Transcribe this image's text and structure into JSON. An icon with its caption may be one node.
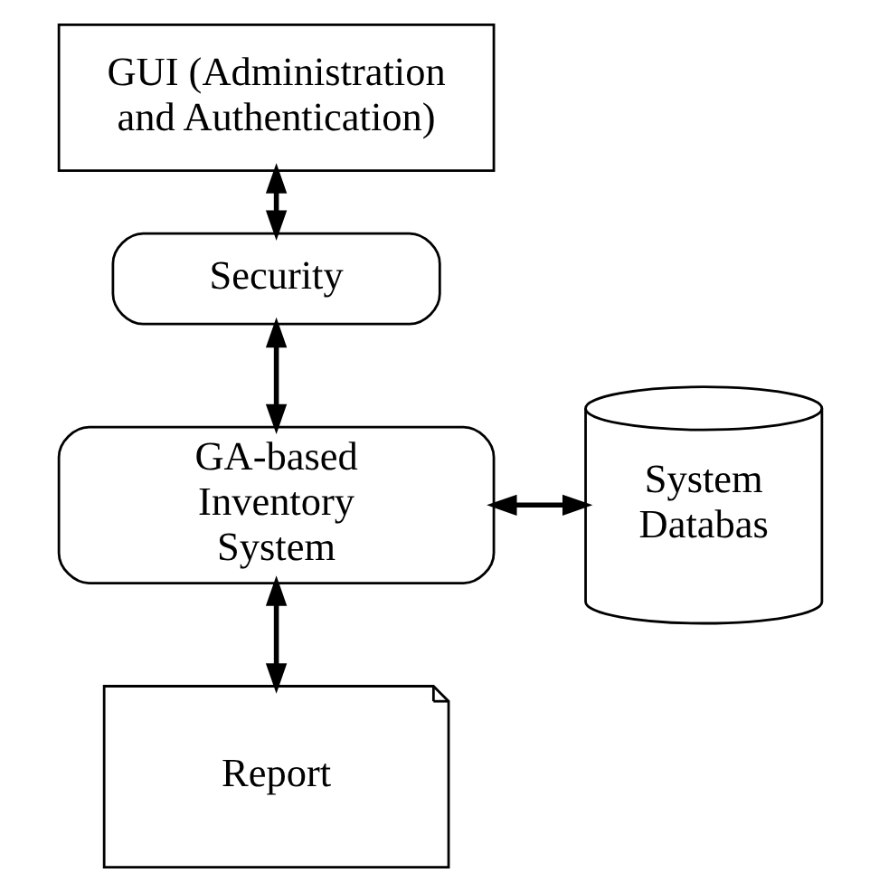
{
  "diagram": {
    "nodes": [
      {
        "text": [
          "GUI (Administration and Authentication)"
        ]
      },
      {
        "text": [
          "Security"
        ]
      },
      {
        "text": [
          "GA-based Inventory System"
        ]
      },
      {
        "text": [
          "System Databas"
        ]
      },
      {
        "text": [
          "Report"
        ]
      }
    ],
    "edges": [
      {
        "from": 0,
        "to": 1,
        "arrow": "both"
      },
      {
        "from": 1,
        "to": 2,
        "arrow": "both"
      },
      {
        "from": 2,
        "to": 3,
        "arrow": "both"
      },
      {
        "from": 2,
        "to": 4,
        "arrow": "both"
      }
    ]
  }
}
